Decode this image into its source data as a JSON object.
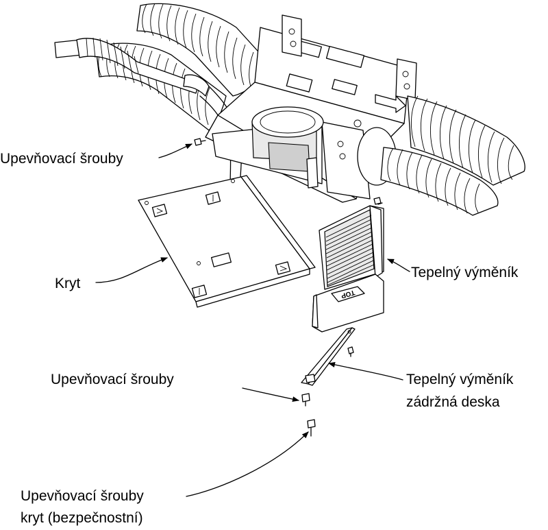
{
  "labels": {
    "mount_screws_top": "Upevňovací šrouby",
    "cover": "Kryt",
    "heat_exchanger": "Tepelný výměník",
    "mount_screws_mid": "Upevňovací šrouby",
    "retainer_line1": "Tepelný výměník",
    "retainer_line2": "zádržná deska",
    "mount_screws_bottom_line1": "Upevňovací šrouby",
    "mount_screws_bottom_line2": "kryt (bezpečnostní)"
  },
  "part_markings": {
    "exchanger_top": "TOP"
  }
}
